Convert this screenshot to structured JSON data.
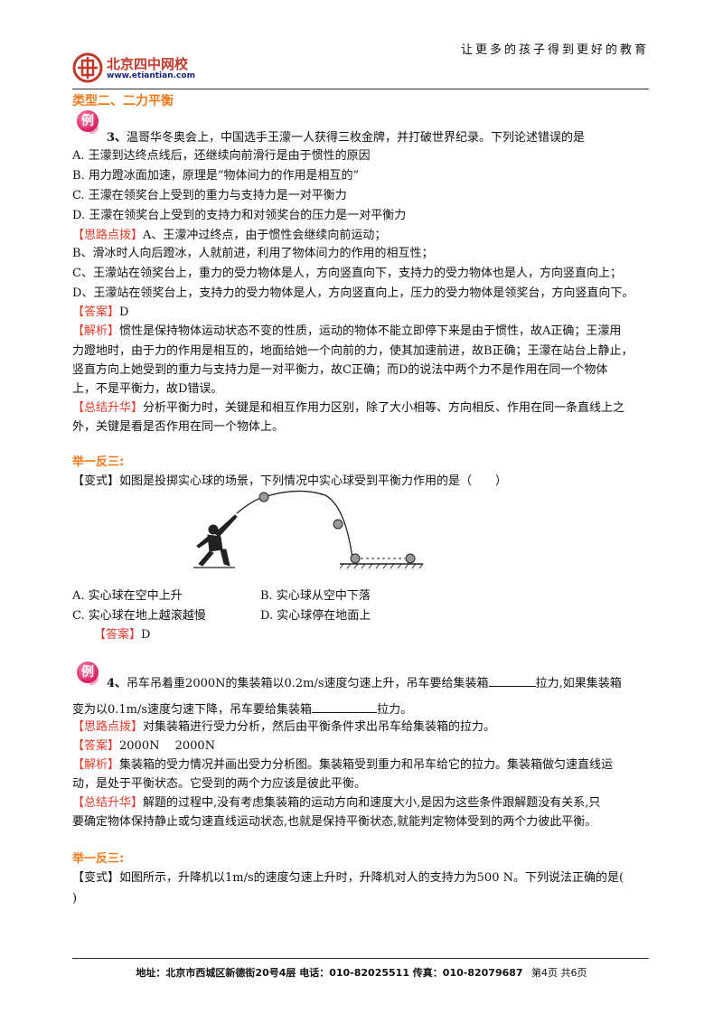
{
  "header": {
    "slogan": "让更多的孩子得到更好的教育",
    "logo_text": "北京四中网校",
    "logo_url": "www.etiantian.com"
  },
  "section_title": "类型二、二力平衡",
  "example_badge": "例",
  "q3": {
    "number": "3、",
    "text": "温哥华冬奥会上，中国选手王濛一人获得三枚金牌，并打破世界纪录。下列论述错误的是",
    "options": [
      "A. 王濛到达终点线后，还继续向前滑行是由于惯性的原因",
      "B. 用力蹬冰面加速，原理是“物体间力的作用是相互的”",
      "C. 王濛在领奖台上受到的重力与支持力是一对平衡力",
      "D. 王濛在领奖台上受到的支持力和对领奖台的压力是一对平衡力"
    ],
    "hint_label": "【思路点拨】",
    "hint_lines": [
      "A、王濛冲过终点，由于惯性会继续向前运动；",
      "B、滑冰时人向后蹬冰，人就前进，利用了物体间力的作用的相互性；",
      "C、王濛站在领奖台上，重力的受力物体是人，方向竖直向下，支持力的受力物体也是人，方向竖直向上；",
      "D、王濛站在领奖台上，支持力的受力物体是人，方向竖直向上，压力的受力物体是领奖台，方向竖直向下。"
    ],
    "answer_label": "【答案】",
    "answer": "D",
    "analysis_label": "【解析】",
    "analysis_lines": [
      "惯性是保持物体运动状态不变的性质，运动的物体不能立即停下来是由于惯性，故A正确；王濛用",
      "力蹬地时，由于力的作用是相互的，地面给她一个向前的力，使其加速前进，故B正确；王濛在站台上静止，",
      "竖直方向上她受到的重力与支持力是一对平衡力，故C正确；而D的说法中两个力不是作用在同一个物体",
      "上，不是平衡力，故D错误。"
    ],
    "summary_label": "【总结升华】",
    "summary_lines": [
      "分析平衡力时，关键是和相互作用力区别，除了大小相等、方向相反、作用在同一条直线上之",
      "外，关键是看是否作用在同一个物体上。"
    ]
  },
  "practice1": {
    "title": "举一反三:",
    "variant_label": "【变式】",
    "text": "如图是投掷实心球的场景，下列情况中实心球受到平衡力作用的是（　　）",
    "options": [
      "A. 实心球在空中上升",
      "B. 实心球从空中下落",
      "C. 实心球在地上越滚越慢",
      "D. 实心球停在地面上"
    ],
    "answer_label": "【答案】",
    "answer": "D"
  },
  "q4": {
    "number": "4、",
    "text_before": "吊车吊着重2000N的集装箱以0.2m/s速度匀速上升，吊车要给集装箱",
    "text_after": "拉力,如果集装箱",
    "text2_before": "变为以0.1m/s速度匀速下降，吊车要给集装箱",
    "text2_after": "拉力。",
    "hint_label": "【思路点拨】",
    "hint": "对集装箱进行受力分析，然后由平衡条件求出吊车给集装箱的拉力。",
    "answer_label": "【答案】",
    "answer": "2000N　 2000N",
    "analysis_label": "【解析】",
    "analysis_lines": [
      "集装箱的受力情况并画出受力分析图。集装箱受到重力和吊车给它的拉力。集装箱做匀速直线运",
      "动，是处于平衡状态。它受到的两个力应该是彼此平衡。"
    ],
    "summary_label": "【总结升华】",
    "summary_lines": [
      "解题的过程中,没有考虑集装箱的运动方向和速度大小,是因为这些条件跟解题没有关系,只",
      "要确定物体保持静止或匀速直线运动状态,也就是保持平衡状态,就能判定物体受到的两个力彼此平衡。"
    ]
  },
  "practice2": {
    "title": "举一反三:",
    "variant_label": "【变式】",
    "text": "如图所示，升降机以1m/s的速度匀速上升时，升降机对人的支持力为500 N。下列说法正确的是(",
    "text2": ")"
  },
  "footer": {
    "address": "地址：北京市西城区新德街20号4层 电话：010-82025511 传真：010-82079687",
    "page": "第4页 共6页"
  },
  "colors": {
    "accent_red": "#e03a2a",
    "accent_orange": "#f07a1a",
    "badge_pink": "#d81b60"
  }
}
